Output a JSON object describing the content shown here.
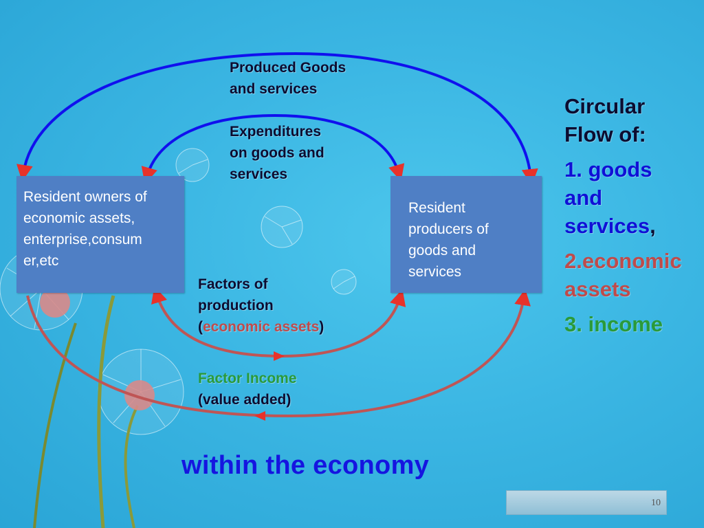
{
  "slide": {
    "left_box": {
      "lines": [
        "Resident owners of",
        "economic assets,",
        "enterprise,consum",
        "er,etc"
      ]
    },
    "right_box": {
      "lines": [
        "Resident",
        "producers of",
        "goods and",
        "services"
      ]
    },
    "labels": {
      "produced_goods": [
        "Produced Goods",
        "and services"
      ],
      "expenditures": [
        "Expenditures",
        "on goods and",
        "services"
      ],
      "factors": {
        "line1": "Factors of",
        "line2": "production",
        "open_paren": "(",
        "highlight": "economic assets",
        "close_paren": ")"
      },
      "factor_income": {
        "line1": "Factor Income",
        "line2": "(value added)"
      }
    },
    "side_panel": {
      "heading": [
        "Circular",
        "Flow of:"
      ],
      "item1": [
        "1. goods",
        "and"
      ],
      "item1_last": "services",
      "item1_comma": ",",
      "item2": [
        "2.economic",
        "assets"
      ],
      "item3": "3. income"
    },
    "bottom_text": "within the economy",
    "page_number": "10"
  },
  "colors": {
    "background": "#3bb6e3",
    "box_fill": "#4f7fc5",
    "blue_flow": "#1010ee",
    "red_flow": "#bf5555",
    "arrowhead": "#e8322a",
    "heading_text": "#0c0c30",
    "highlight_red": "#bf4b4b",
    "highlight_green": "#2a9a3a",
    "bottom_text": "#1515e0"
  },
  "icons": [
    "dandelion-decoration-icon",
    "arrowhead-icon"
  ]
}
